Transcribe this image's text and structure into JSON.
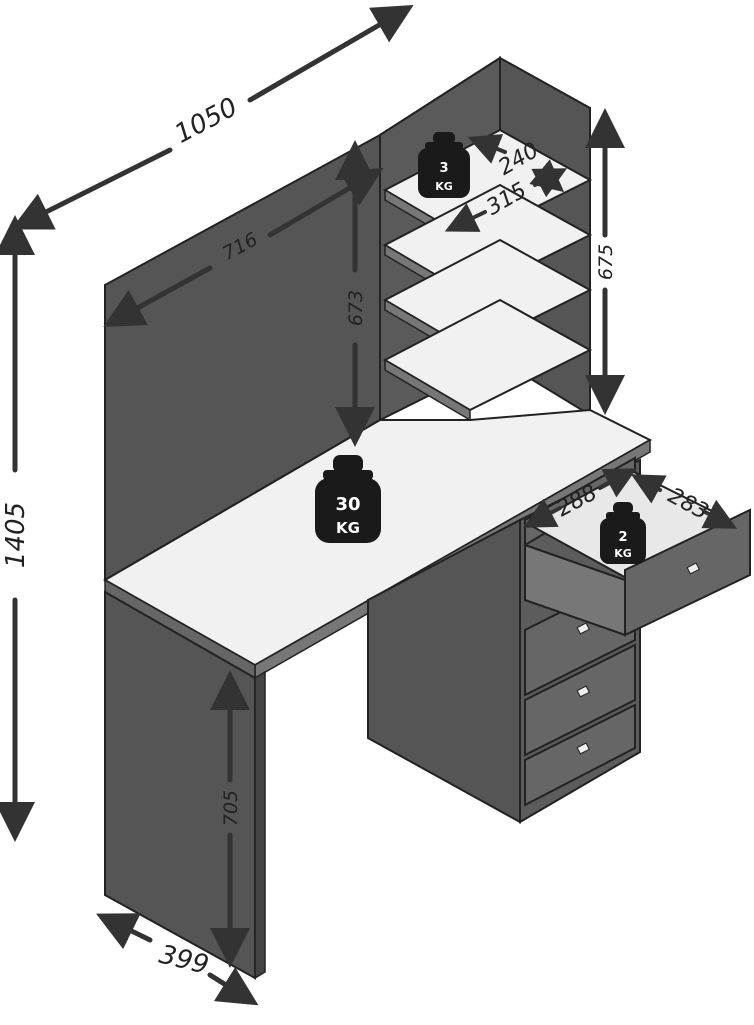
{
  "dimensions": {
    "total_width": "1050",
    "total_height": "1405",
    "depth": "399",
    "desk_height": "705",
    "board_width": "716",
    "board_height": "673",
    "shelf_column_height": "675",
    "shelf_depth": "240",
    "shelf_width": "315",
    "drawer_width": "288",
    "drawer_depth": "283"
  },
  "weights": {
    "shelf": {
      "value": "3",
      "unit": "KG"
    },
    "desktop": {
      "value": "30",
      "unit": "KG"
    },
    "drawer": {
      "value": "2",
      "unit": "KG"
    }
  },
  "colors": {
    "panel": "#555555",
    "panel_dark": "#4a4a4a",
    "surface": "#f1f1f1",
    "arrow": "#333333",
    "weight": "#1a1a1a"
  }
}
